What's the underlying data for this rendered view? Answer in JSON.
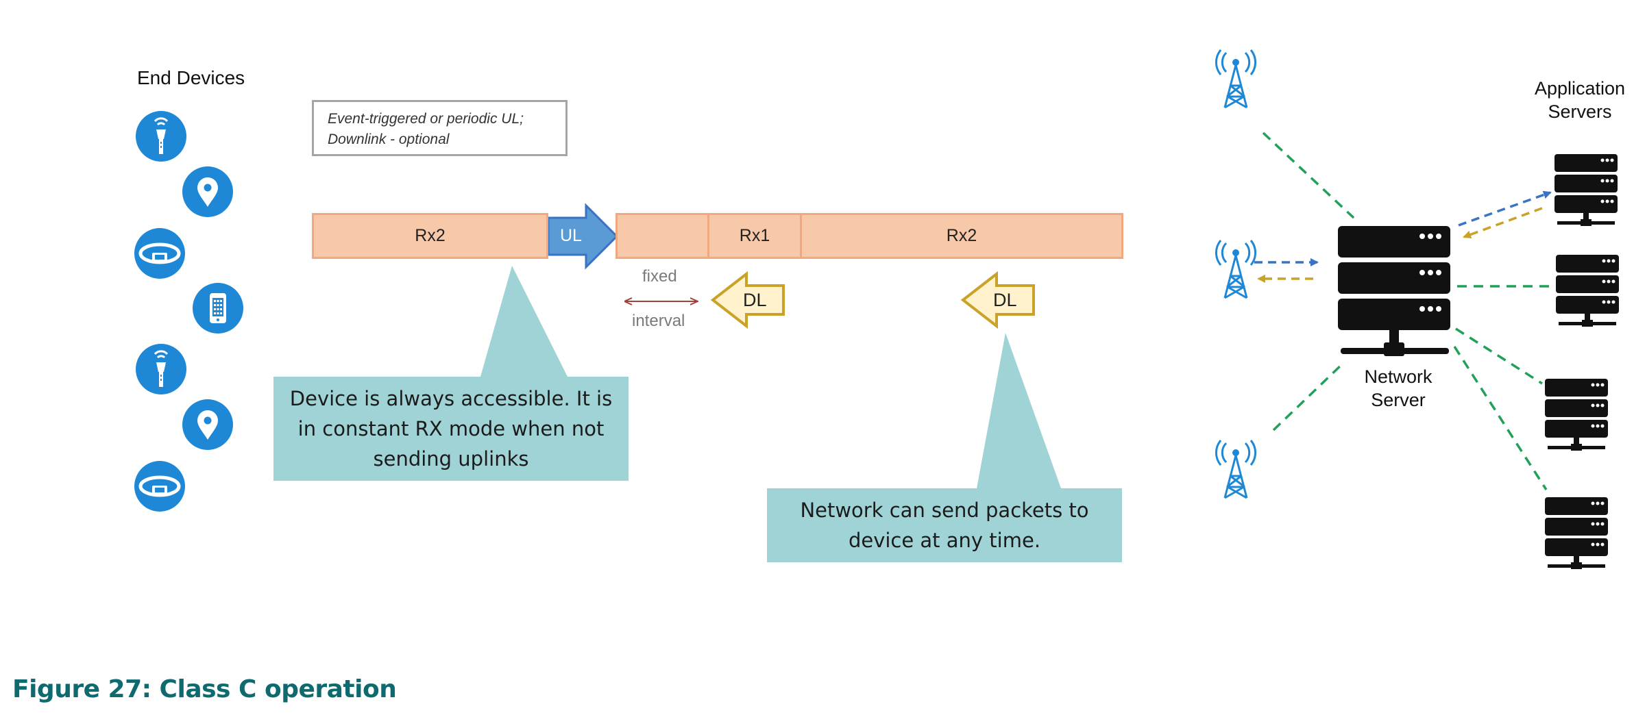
{
  "left_title": "End Devices",
  "note": {
    "line1": "Event-triggered or periodic UL;",
    "line2": "Downlink - optional"
  },
  "timeline": {
    "seg1": "Rx2",
    "ul": "UL",
    "seg3": "Rx1",
    "seg4": "Rx2"
  },
  "fixed_interval": {
    "top": "fixed",
    "bottom": "interval"
  },
  "dl1": "DL",
  "dl2": "DL",
  "callout1": {
    "line1": "Device is always accessible. It is",
    "line2": "in constant RX mode when not",
    "line3": "sending uplinks"
  },
  "callout2": {
    "line1": "Network can send packets to",
    "line2": "device at any time."
  },
  "network_server": {
    "line1": "Network",
    "line2": "Server"
  },
  "app_servers": {
    "line1": "Application",
    "line2": "Servers"
  },
  "caption": "Figure 27: Class C operation",
  "colors": {
    "accent_teal": "#0f6a6f",
    "device_blue": "#1e88d6",
    "timeline_fill": "#f8c9a9",
    "callout_fill": "#9fd3d6",
    "dl_fill": "#fff2cc",
    "dl_border": "#c9a227",
    "ul_fill": "#5b9bd5"
  }
}
